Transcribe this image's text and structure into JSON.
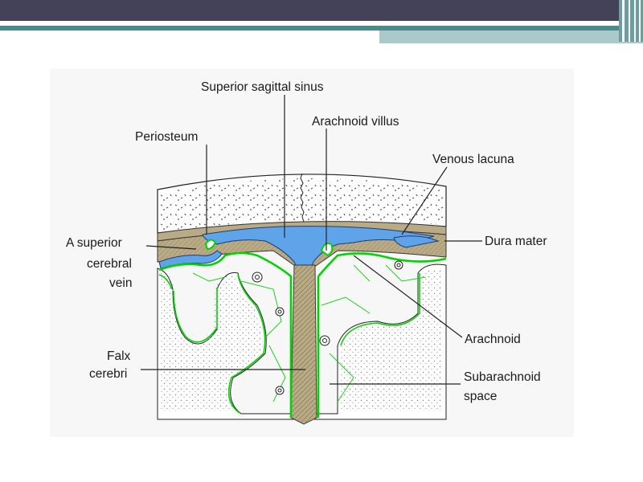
{
  "labels": {
    "superior_sagittal_sinus": "Superior sagittal sinus",
    "arachnoid_villus": "Arachnoid villus",
    "periosteum": "Periosteum",
    "venous_lacuna": "Venous lacuna",
    "superior_cerebral_vein_line1": "A superior",
    "superior_cerebral_vein_line2": "cerebral",
    "superior_cerebral_vein_line3": "vein",
    "dura_mater": "Dura mater",
    "arachnoid": "Arachnoid",
    "falx_line1": "Falx",
    "falx_line2": "cerebri",
    "subarachnoid_line1": "Subarachnoid",
    "subarachnoid_line2": "space"
  },
  "colors": {
    "header_bar": "#434259",
    "teal_accent": "#4e8a8c",
    "light_teal": "#a9c9cb",
    "sinus_blue": "#5fa4e8",
    "arachnoid_green": "#00d400",
    "dura_tan": "#b9ab86",
    "figure_bg": "#f7f7f7"
  }
}
